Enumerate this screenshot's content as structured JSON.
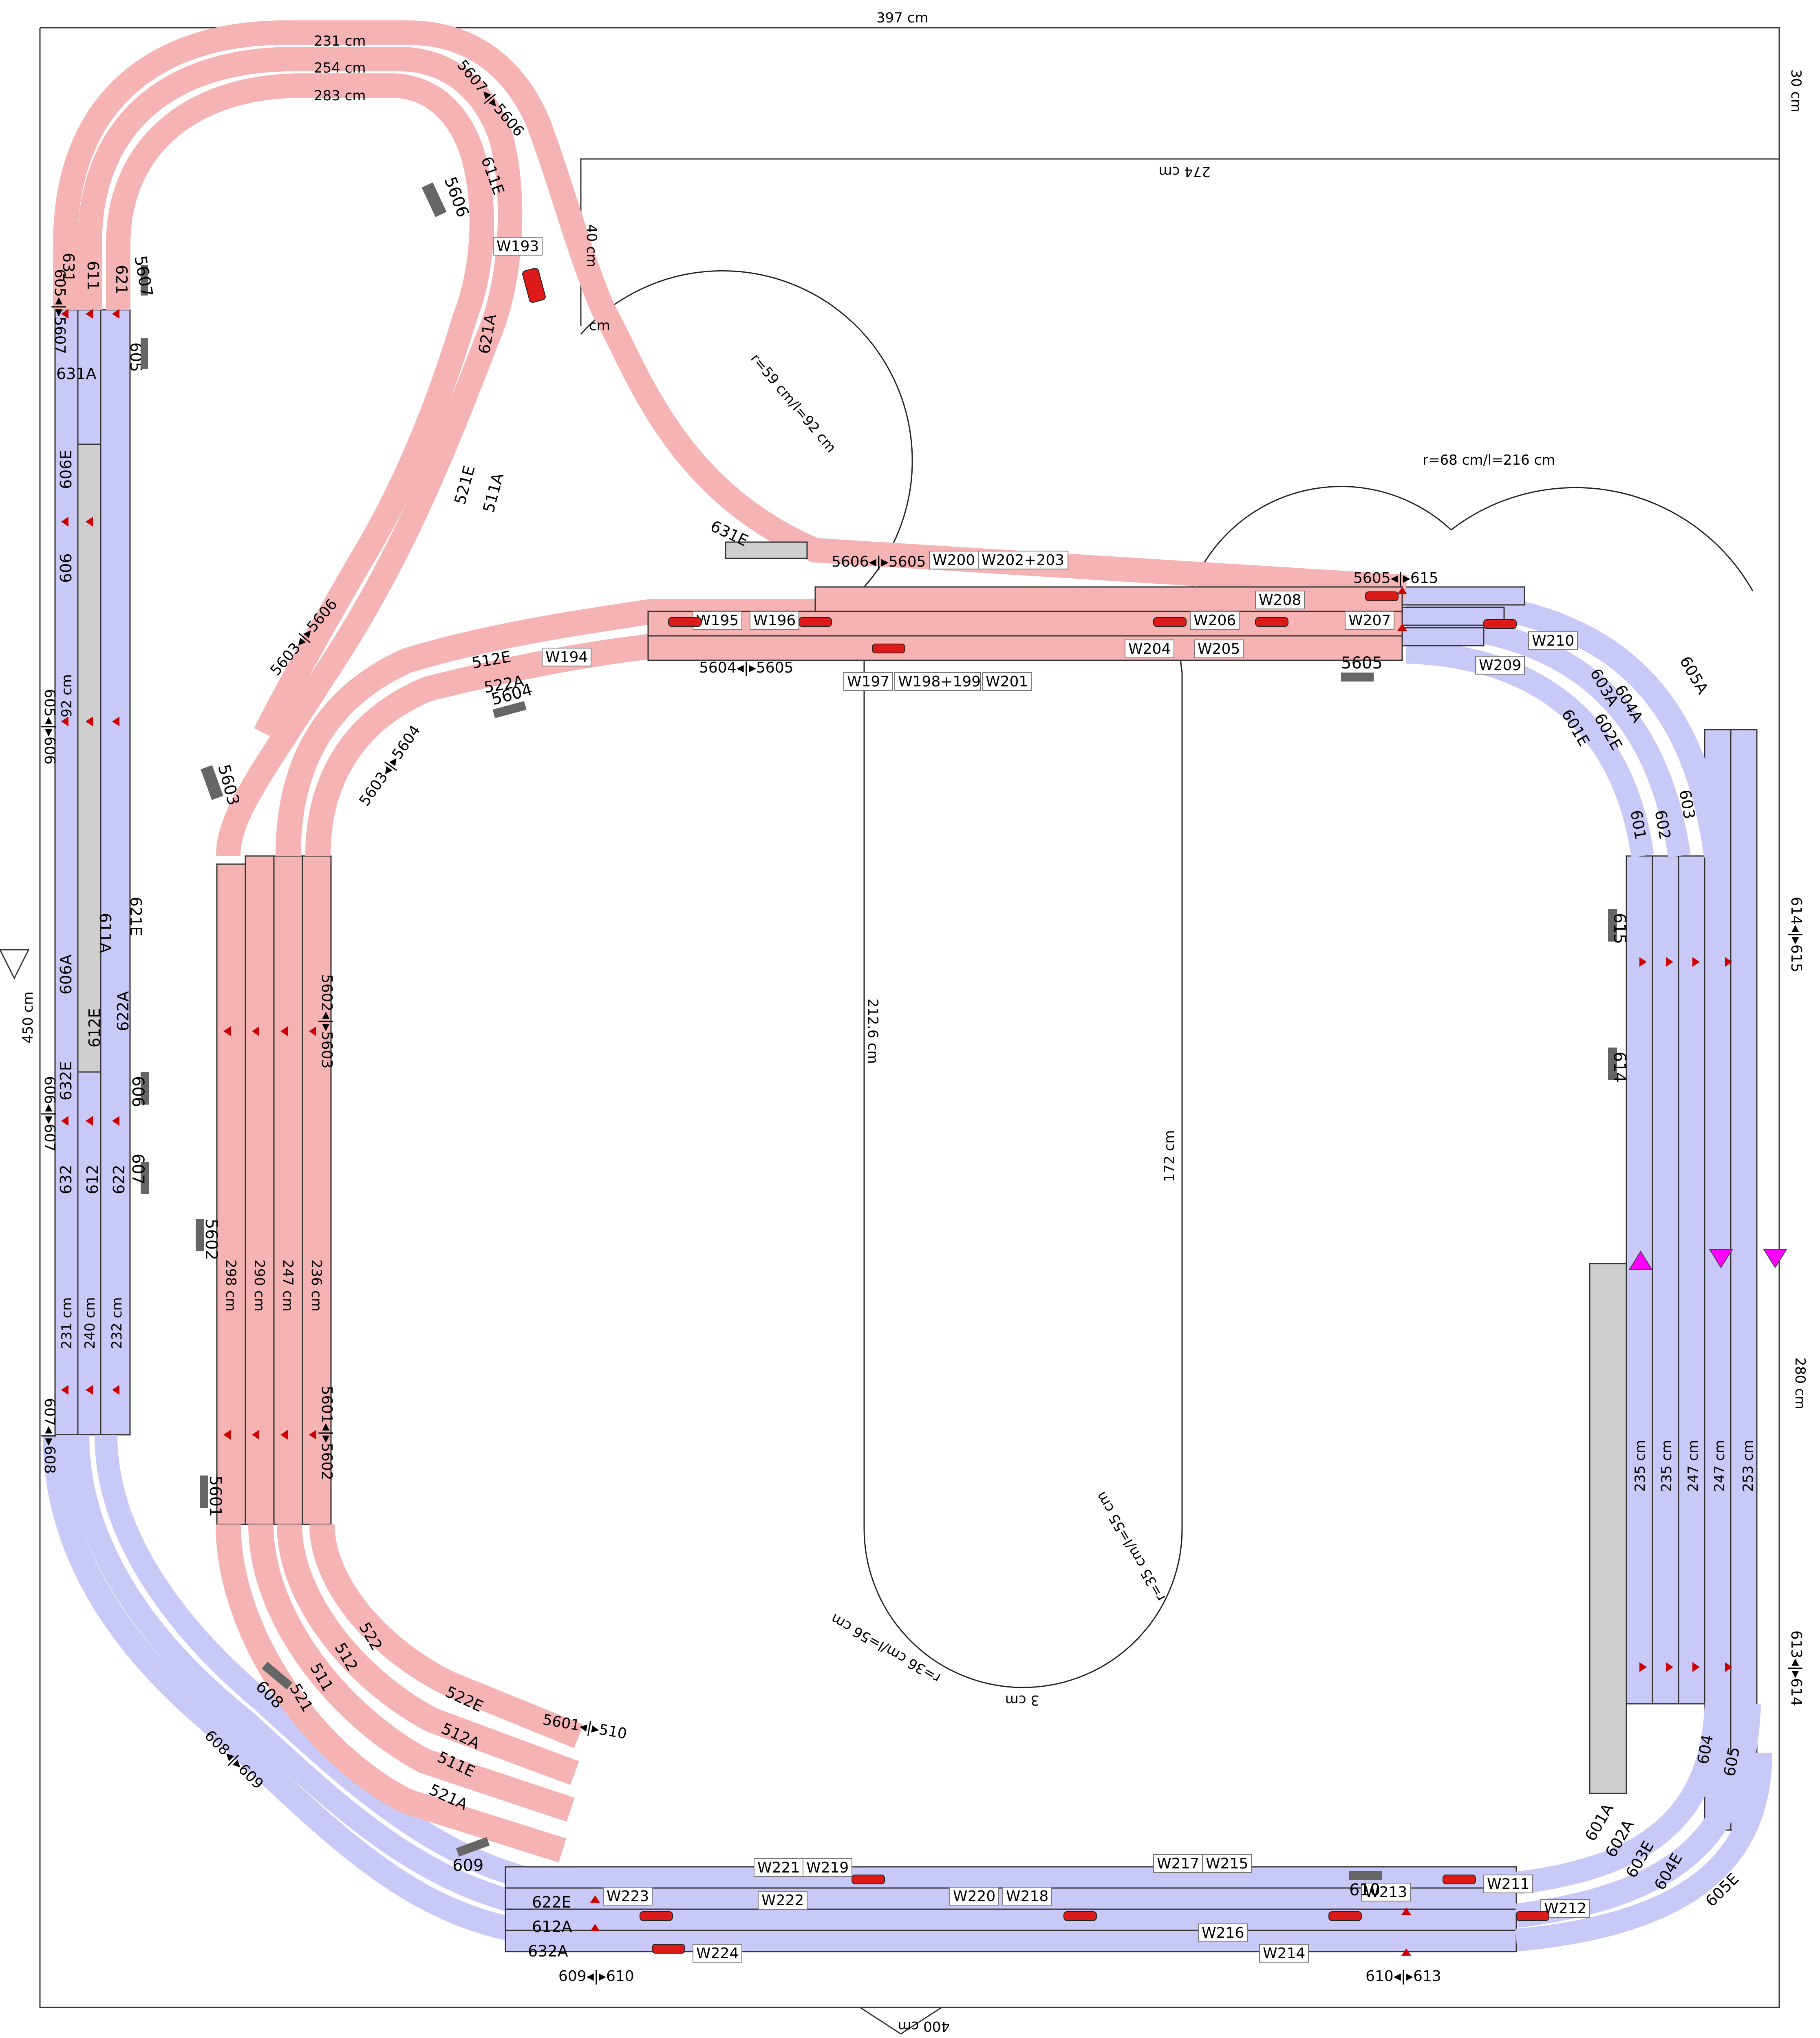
{
  "colors": {
    "red_track": "#f5b3b3",
    "blue_track": "#c9c9f7",
    "occupied": "#cfcfcf",
    "signal": "#cc0000",
    "magenta": "#ff00ff",
    "outline": "#333333"
  },
  "dimensions": {
    "top_width": "397 cm",
    "bottom_width": "400 cm",
    "left_height": "450 cm",
    "right_height": "280 cm",
    "right_top_offset": "30 cm",
    "inner_top_width": "274 cm",
    "inner_drop": "40 cm",
    "small_cm": "cm",
    "center_len_a": "212.6 cm",
    "center_len_b": "172 cm",
    "center_gap": "3 cm",
    "arc_a": "r=59 cm/l=92 cm",
    "arc_b": "r=68 cm/l=216 cm",
    "arc_c": "r=36 cm/l=56 cm",
    "arc_d": "r=35 cm/l=55 cm"
  },
  "length_labels": {
    "top1": "231 cm",
    "top2": "254 cm",
    "top3": "283 cm",
    "l1": "231 cm",
    "l2": "240 cm",
    "l3": "232 cm",
    "l4": "92 cm",
    "m1": "298 cm",
    "m2": "290 cm",
    "m3": "247 cm",
    "m4": "236 cm",
    "r1": "235 cm",
    "r2": "235 cm",
    "r3": "247 cm",
    "r4": "247 cm",
    "r5": "253 cm"
  },
  "tracks": {
    "t631": "631",
    "t611": "611",
    "t621": "621",
    "t631A": "631A",
    "t605": "605",
    "t606E": "606E",
    "t606": "606",
    "t611A": "611A",
    "t621E": "621E",
    "t606A": "606A",
    "t612E": "612E",
    "t622A": "622A",
    "t632E": "632E",
    "t632": "632",
    "t612": "612",
    "t622": "622",
    "t611E": "611E",
    "t621A": "621A",
    "t521E": "521E",
    "t511A": "511A",
    "t631E": "631E",
    "t512E": "512E",
    "t522A": "522A",
    "t522": "522",
    "t512": "512",
    "t511": "511",
    "t521": "521",
    "t522E": "522E",
    "t512A": "512A",
    "t511E": "511E",
    "t521A": "521A",
    "t605A": "605A",
    "t604A": "604A",
    "t603A": "603A",
    "t602E": "602E",
    "t601E": "601E",
    "t601": "601",
    "t602": "602",
    "t603": "603",
    "t604": "604",
    "t605b": "605",
    "t601A": "601A",
    "t602A": "602A",
    "t603E": "603E",
    "t604E": "604E",
    "t605E": "605E",
    "t622E": "622E",
    "t612A": "612A",
    "t632A": "632A"
  },
  "switches": [
    "W193",
    "W194",
    "W195",
    "W196",
    "W197",
    "W198+199",
    "W200",
    "W201",
    "W202+203",
    "W204",
    "W205",
    "W206",
    "W207",
    "W208",
    "W209",
    "W210",
    "W211",
    "W212",
    "W213",
    "W214",
    "W215",
    "W216",
    "W217",
    "W218",
    "W219",
    "W220",
    "W221",
    "W222",
    "W223",
    "W224"
  ],
  "sensors": {
    "s1": "5607",
    "s2": "605",
    "s3": "5606",
    "s4": "5603",
    "s5": "5602",
    "s6": "5601",
    "s7": "608",
    "s8": "609",
    "s9": "5604",
    "s10": "5605",
    "s11": "615",
    "s12": "614",
    "s13": "610",
    "s14": "606",
    "s15": "607"
  },
  "boundaries": {
    "b1": "5607◂|▸5606",
    "b2": "605◂|▸5607",
    "b3": "5603◂|▸5606",
    "b4": "5603◂|▸5604",
    "b5": "5606◂|▸5605",
    "b6": "5604◂|▸5605",
    "b7": "5605◂|▸615",
    "b8": "605◂|▸606",
    "b9": "606◂|▸607",
    "b10": "607◂|▸608",
    "b11": "608◂|▸609",
    "b12": "5602◂|▸5603",
    "b13": "5601◂|▸5602",
    "b14": "5601◂|▸510",
    "b15": "609◂|▸610",
    "b16": "610◂|▸613",
    "b17": "614◂|▸615",
    "b18": "613◂|▸614"
  }
}
